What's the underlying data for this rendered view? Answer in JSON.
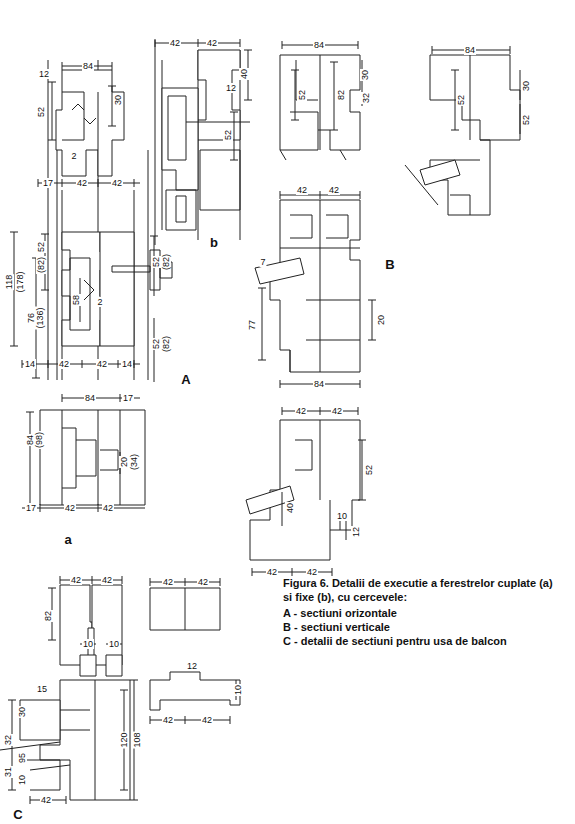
{
  "diagram": {
    "caption": "Figura 6. Detalii de executie a ferestrelor cuplate (a) si fixe (b), cu cercevele:",
    "labels": [
      "84",
      "12",
      "52",
      "30",
      "2",
      "17",
      "42",
      "42",
      "118",
      "(178)",
      "52",
      "(82)",
      "76",
      "(136)",
      "58",
      "2",
      "52",
      "(82)",
      "52",
      "(82)",
      "14",
      "42",
      "42",
      "14",
      "A",
      "84",
      "17",
      "84",
      "(98)",
      "20",
      "(34)",
      "17",
      "42",
      "42",
      "a",
      "42",
      "42",
      "40",
      "12",
      "52",
      "b",
      "84",
      "52",
      "82",
      "30",
      "32",
      "84",
      "52",
      "30",
      "52",
      "42",
      "42",
      "7",
      "77",
      "20",
      "B",
      "84",
      "42",
      "42",
      "52",
      "40",
      "10",
      "12",
      "42",
      "42",
      "42",
      "42",
      "82",
      "10",
      "10",
      "42",
      "42",
      "12",
      "10",
      "42",
      "42",
      "15",
      "30",
      "32",
      "95",
      "31",
      "10",
      "120",
      "108",
      "42",
      "C",
      "A - sectiuni orizontale",
      "B - sectiuni verticale",
      "C - detalii de sectiuni pentru usa de balcon"
    ]
  }
}
